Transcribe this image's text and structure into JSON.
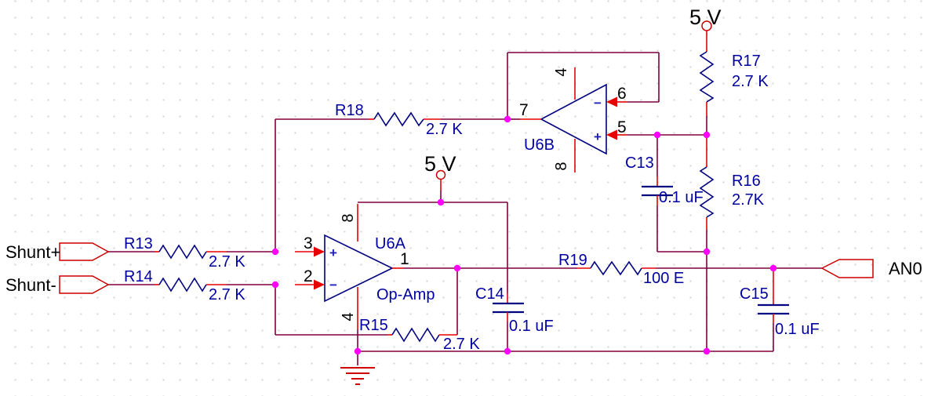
{
  "diagram_type": "circuit-schematic",
  "colors": {
    "wire": "#800040",
    "pin_stub": "#E80000",
    "symbol": "#000080",
    "label": "#0000A0",
    "junction": "#FF00FF",
    "port_outline": "#CC0000",
    "port_text": "#000000",
    "grid_dot": "#D4D4D4"
  },
  "ports": {
    "shunt_plus": "Shunt+",
    "shunt_minus": "Shunt-",
    "an0": "AN0"
  },
  "supplies": {
    "top_right": "5 V",
    "above_u6a": "5 V"
  },
  "components": {
    "R13": {
      "ref": "R13",
      "value": "2.7 K"
    },
    "R14": {
      "ref": "R14",
      "value": "2.7 K"
    },
    "R15": {
      "ref": "R15",
      "value": "2.7 K"
    },
    "R16": {
      "ref": "R16",
      "value": "2.7K"
    },
    "R17": {
      "ref": "R17",
      "value": "2.7 K"
    },
    "R18": {
      "ref": "R18",
      "value": "2.7 K"
    },
    "R19": {
      "ref": "R19",
      "value": "100 E"
    },
    "C13": {
      "ref": "C13",
      "value": "0.1 uF"
    },
    "C14": {
      "ref": "C14",
      "value": "0.1 uF"
    },
    "C15": {
      "ref": "C15",
      "value": "0.1 uF"
    },
    "U6A": {
      "ref": "U6A",
      "subtitle": "Op-Amp",
      "pin_out": "1",
      "pin_in_plus": "3",
      "pin_in_minus": "2",
      "pin_v_plus": "8",
      "pin_v_minus": "4",
      "plus_sign": "+",
      "minus_sign": "−"
    },
    "U6B": {
      "ref": "U6B",
      "pin_out": "7",
      "pin_in_plus": "5",
      "pin_in_minus": "6",
      "pin_v_top": "4",
      "pin_v_bottom": "8",
      "plus_sign": "+",
      "minus_sign": "−"
    }
  }
}
